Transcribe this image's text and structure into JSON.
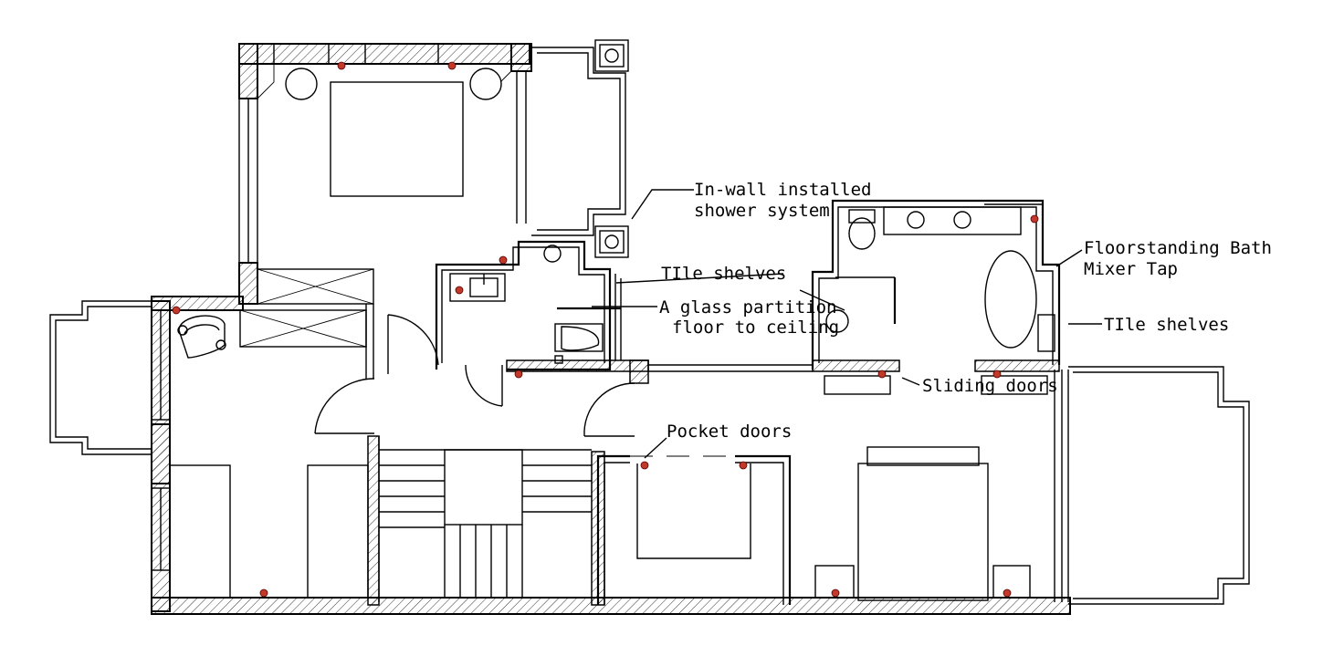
{
  "labels": {
    "shower_line1": "In-wall installed",
    "shower_line2": "shower system",
    "tile_shelves_1": "TIle shelves",
    "glass_line1": "A glass partition",
    "glass_line2": "floor to ceiling",
    "bath_line1": "Floorstanding Bath",
    "bath_line2": "Mixer Tap",
    "tile_shelves_2": "TIle shelves",
    "sliding_doors": "Sliding doors",
    "pocket_doors": "Pocket doors"
  }
}
